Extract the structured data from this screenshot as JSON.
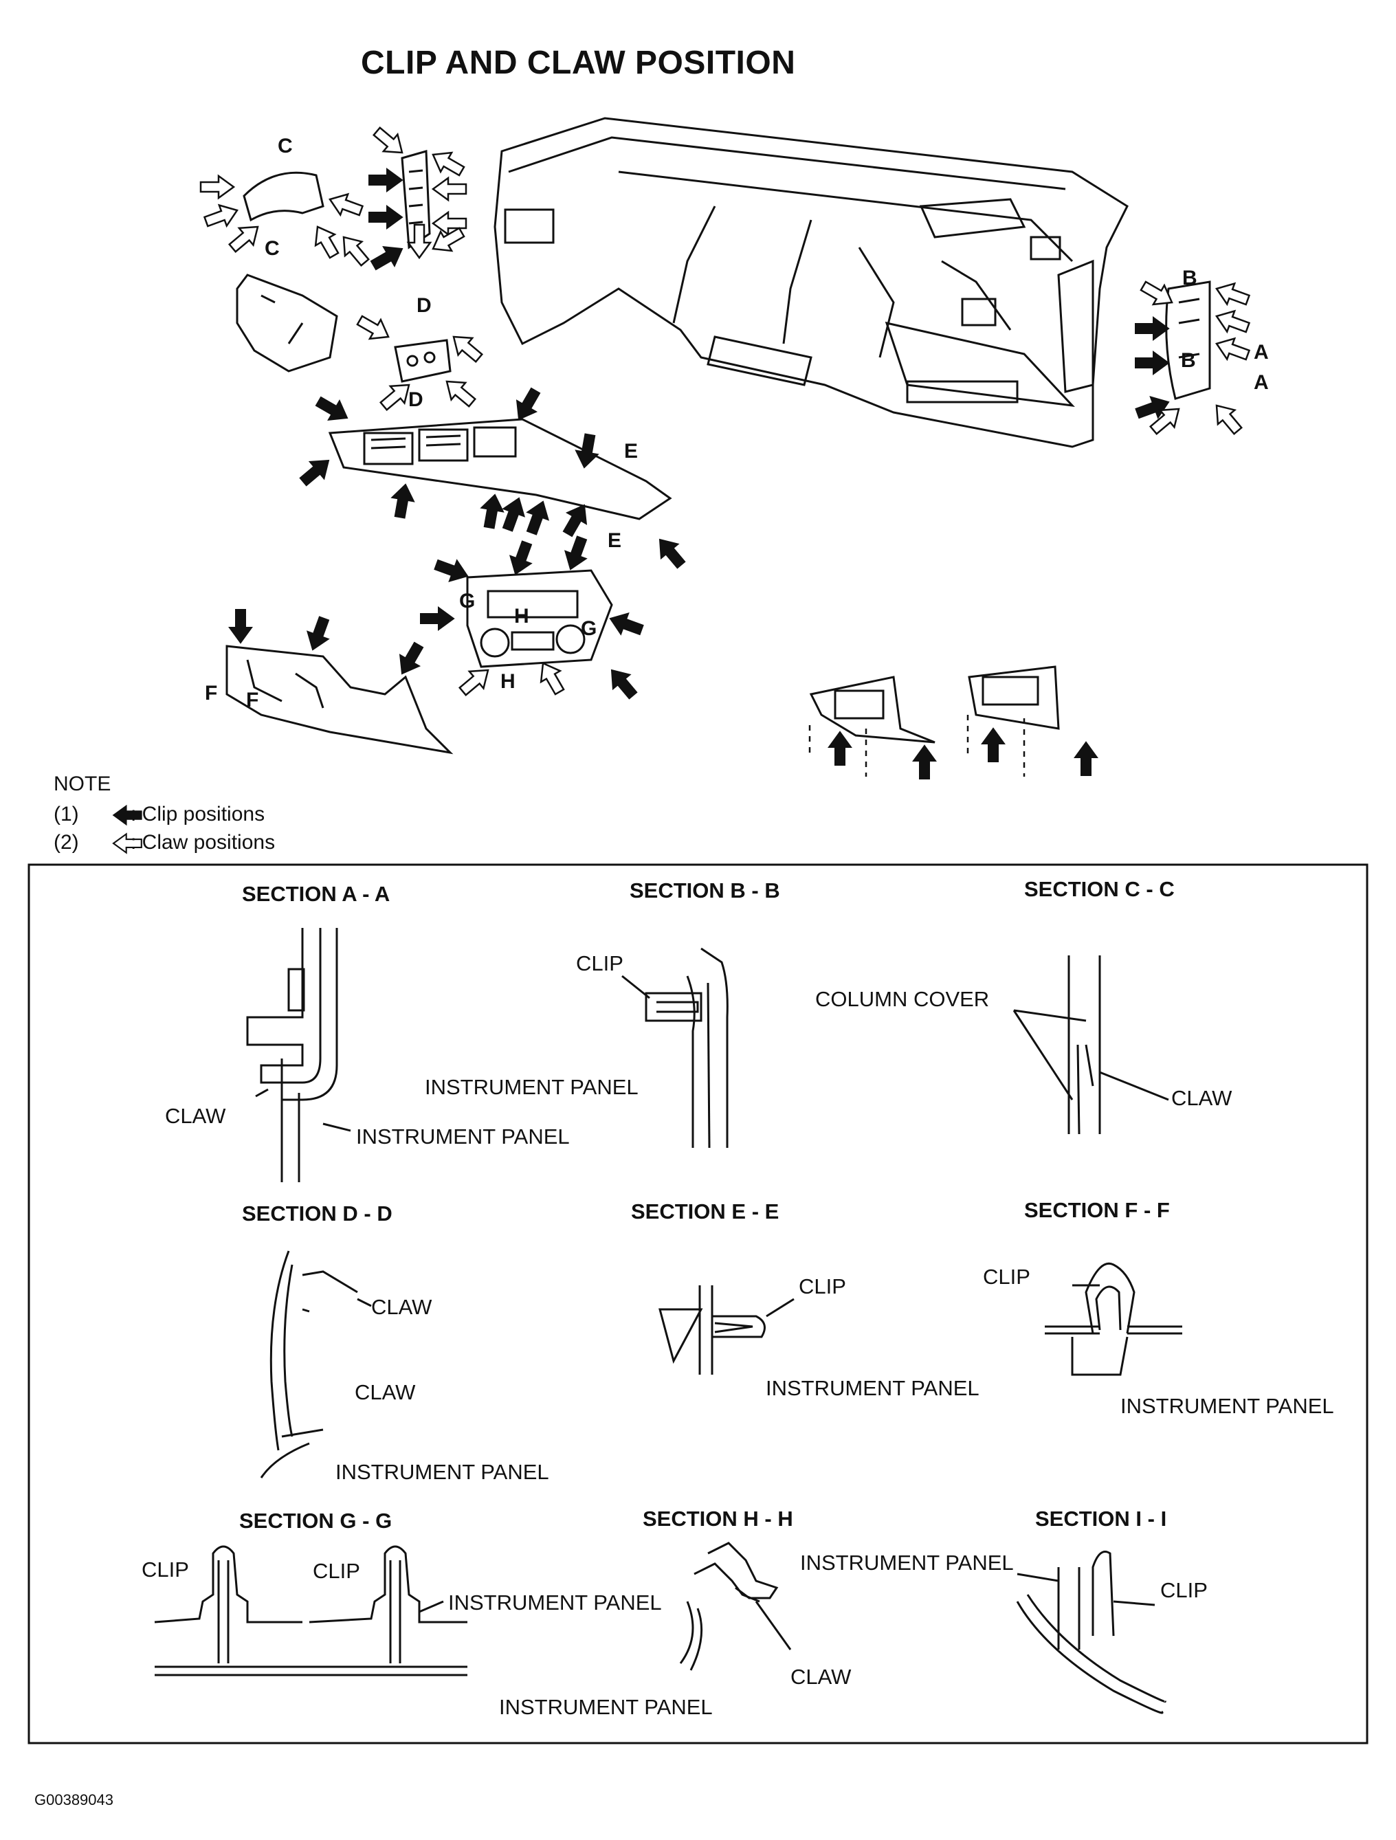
{
  "title": "CLIP AND CLAW POSITION",
  "note": {
    "heading": "NOTE",
    "items": [
      {
        "number": "(1)",
        "symbol": "filled-arrow-icon",
        "text": ": Clip positions"
      },
      {
        "number": "(2)",
        "symbol": "outline-arrow-icon",
        "text": ": Claw positions"
      }
    ]
  },
  "callouts": {
    "a": "A",
    "b": "B",
    "c": "C",
    "d": "D",
    "e": "E",
    "f": "F",
    "g": "G",
    "h": "H"
  },
  "sections": {
    "aa": {
      "title": "SECTION A - A",
      "labels": {
        "claw": "CLAW",
        "panel": "INSTRUMENT PANEL"
      }
    },
    "bb": {
      "title": "SECTION B - B",
      "labels": {
        "clip": "CLIP",
        "panel": "INSTRUMENT PANEL"
      }
    },
    "cc": {
      "title": "SECTION C - C",
      "labels": {
        "cover": "COLUMN COVER",
        "claw": "CLAW"
      }
    },
    "dd": {
      "title": "SECTION D - D",
      "labels": {
        "claw1": "CLAW",
        "claw2": "CLAW",
        "panel": "INSTRUMENT PANEL"
      }
    },
    "ee": {
      "title": "SECTION E - E",
      "labels": {
        "clip": "CLIP",
        "panel": "INSTRUMENT PANEL"
      }
    },
    "ff": {
      "title": "SECTION F - F",
      "labels": {
        "clip": "CLIP",
        "panel": "INSTRUMENT PANEL"
      }
    },
    "gg": {
      "title": "SECTION G - G",
      "labels": {
        "clip1": "CLIP",
        "clip2": "CLIP",
        "panel": "INSTRUMENT PANEL"
      }
    },
    "hh": {
      "title": "SECTION H - H",
      "labels": {
        "panel": "INSTRUMENT PANEL",
        "claw": "CLAW"
      }
    },
    "ii": {
      "title": "SECTION I - I",
      "labels": {
        "panel": "INSTRUMENT PANEL",
        "clip": "CLIP"
      }
    }
  },
  "figure_id": "G00389043"
}
